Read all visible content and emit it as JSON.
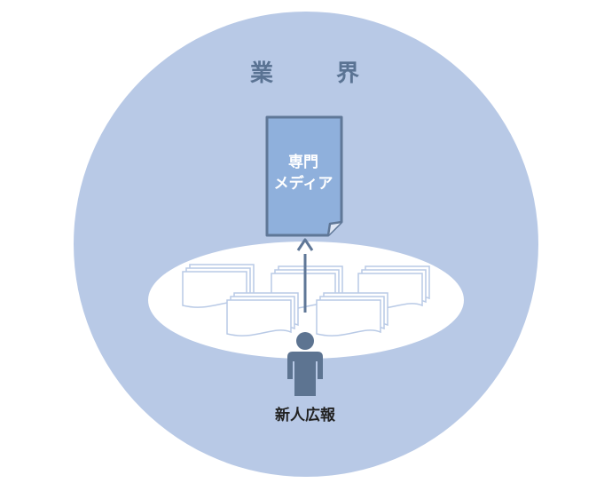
{
  "industry": {
    "label_left": "業",
    "label_right": "界"
  },
  "media": {
    "line1": "専門",
    "line2": "メディア"
  },
  "person": {
    "label": "新人広報"
  },
  "colors": {
    "industry_circle": "#b8c9e6",
    "document_fill": "#8fb0dc",
    "document_stroke": "#5f7797",
    "arrow": "#5f7797",
    "person": "#5d7491",
    "paper_stroke": "#b9cae6",
    "ellipse": "#ffffff"
  }
}
